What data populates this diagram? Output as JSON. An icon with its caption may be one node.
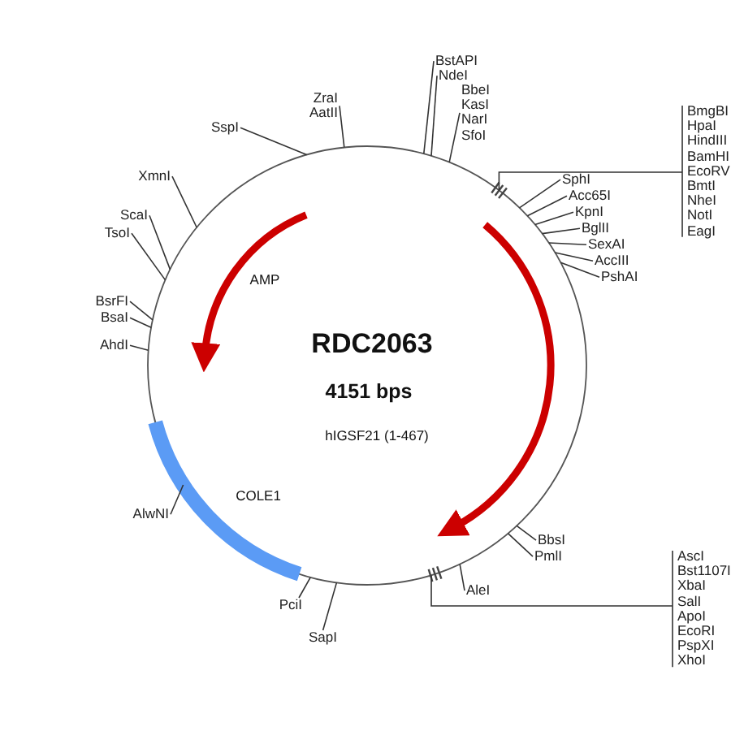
{
  "diagram": {
    "nodes": [
      {
        "text": [
          "BstAPI"
        ]
      },
      {
        "text": [
          "NdeI"
        ]
      },
      {
        "text": [
          "ZraI",
          "AatII"
        ]
      },
      {
        "text": [
          "BbeI",
          "KasI",
          "NarI",
          "SfoI"
        ]
      },
      {
        "text": [
          "BmgBI",
          "HpaI",
          "HindIII",
          "BamHI",
          "EcoRV",
          "BmtI",
          "NheI",
          "NotI",
          "EagI"
        ]
      },
      {
        "text": [
          "SspI"
        ]
      },
      {
        "text": [
          "SphI"
        ]
      },
      {
        "text": [
          "Acc65I"
        ]
      },
      {
        "text": [
          "KpnI"
        ]
      },
      {
        "text": [
          "BglII"
        ]
      },
      {
        "text": [
          "SexAI"
        ]
      },
      {
        "text": [
          "AccIII"
        ]
      },
      {
        "text": [
          "PshAI"
        ]
      },
      {
        "text": [
          "XmnI"
        ]
      },
      {
        "text": [
          "ScaI"
        ]
      },
      {
        "text": [
          "TsoI"
        ]
      },
      {
        "text": [
          "BsrFI"
        ]
      },
      {
        "text": [
          "BsaI"
        ]
      },
      {
        "text": [
          "AhdI"
        ]
      },
      {
        "text": [
          "AlwNI"
        ]
      },
      {
        "text": [
          "BbsI"
        ]
      },
      {
        "text": [
          "PmlI"
        ]
      },
      {
        "text": [
          "AscI",
          "Bst1107I",
          "XbaI",
          "SalI",
          "ApoI",
          "EcoRI",
          "PspXI",
          "XhoI"
        ]
      },
      {
        "text": [
          "AleI"
        ]
      },
      {
        "text": [
          "PciI"
        ]
      },
      {
        "text": [
          "SapI"
        ]
      },
      {
        "text": [],
        "shape": "circle"
      }
    ],
    "edges": [
      {
        "from": 0,
        "to": 26,
        "arrow": "none"
      },
      {
        "from": 1,
        "to": 26,
        "arrow": "none"
      },
      {
        "from": 2,
        "to": 26,
        "arrow": "none"
      },
      {
        "from": 3,
        "to": 26,
        "arrow": "none"
      },
      {
        "from": 4,
        "to": 26,
        "arrow": "none"
      },
      {
        "from": 5,
        "to": 26,
        "arrow": "none"
      },
      {
        "from": 6,
        "to": 26,
        "arrow": "none"
      },
      {
        "from": 7,
        "to": 26,
        "arrow": "none"
      },
      {
        "from": 8,
        "to": 26,
        "arrow": "none"
      },
      {
        "from": 9,
        "to": 26,
        "arrow": "none"
      },
      {
        "from": 10,
        "to": 26,
        "arrow": "none"
      },
      {
        "from": 11,
        "to": 26,
        "arrow": "none"
      },
      {
        "from": 12,
        "to": 26,
        "arrow": "none"
      },
      {
        "from": 13,
        "to": 26,
        "arrow": "none"
      },
      {
        "from": 14,
        "to": 26,
        "arrow": "none"
      },
      {
        "from": 15,
        "to": 26,
        "arrow": "none"
      },
      {
        "from": 16,
        "to": 26,
        "arrow": "none"
      },
      {
        "from": 17,
        "to": 26,
        "arrow": "none"
      },
      {
        "from": 18,
        "to": 26,
        "arrow": "none"
      },
      {
        "from": 19,
        "to": 26,
        "arrow": "none"
      },
      {
        "from": 20,
        "to": 26,
        "arrow": "none"
      },
      {
        "from": 21,
        "to": 26,
        "arrow": "none"
      },
      {
        "from": 22,
        "to": 26,
        "arrow": "none"
      },
      {
        "from": 23,
        "to": 26,
        "arrow": "none"
      },
      {
        "from": 24,
        "to": 26,
        "arrow": "none"
      },
      {
        "from": 25,
        "to": 26,
        "arrow": "none"
      }
    ],
    "labels": [
      "AMP",
      "RDC2063",
      "4151 bps",
      "hIGSF21 (1-467)",
      "COLE1"
    ]
  }
}
